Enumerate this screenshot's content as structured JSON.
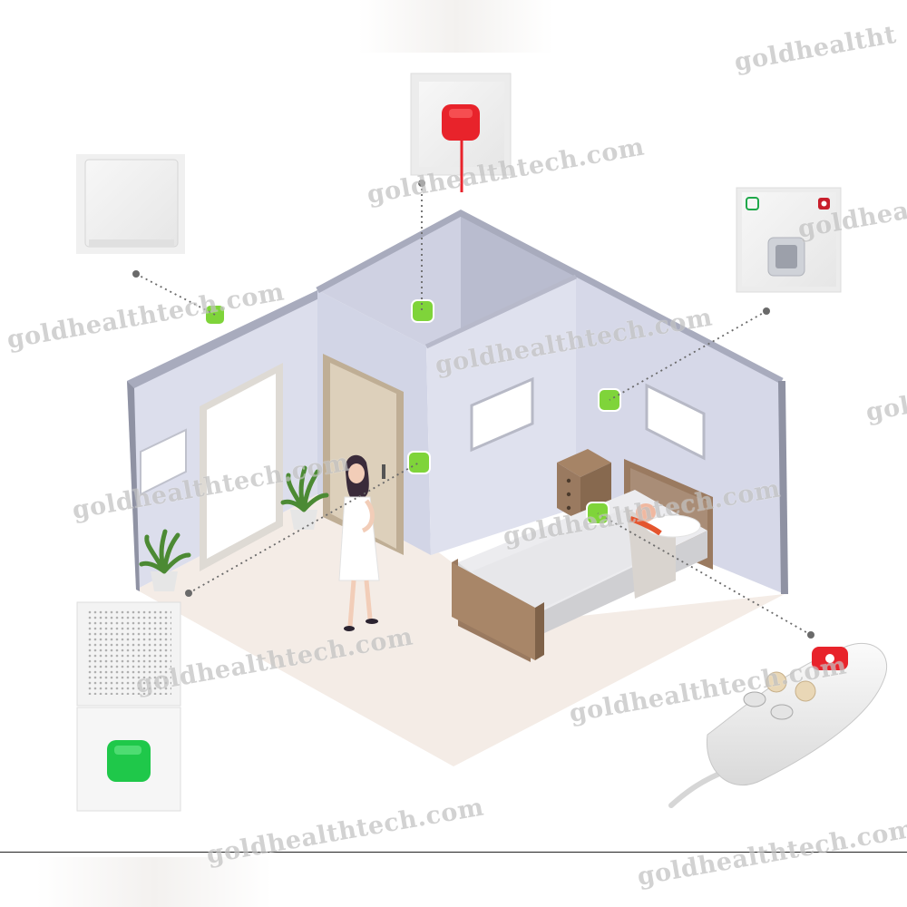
{
  "watermark": {
    "domain_text": "goldhealthtech.com",
    "partial_text_top_right": "goldhealtht",
    "partial_text_right_1": "goldhealt",
    "partial_text_right_2": "gol"
  },
  "devices": {
    "ceiling_pull_cord_color": "#e8232b",
    "door_light_status": "green",
    "corridor_panel_icons": [
      "cancel-square-icon",
      "call-bell-icon"
    ],
    "handset_buttons": [
      "call",
      "light-1",
      "light-2",
      "tv",
      "reading-light"
    ],
    "speaker_button_color": "#1fc84a"
  },
  "colors": {
    "indicator_green": "#7fd43a",
    "call_red": "#e8232b",
    "wall_lavender": "#dcdeec",
    "floor_beige": "#f4ece6",
    "bed_brown": "#9a7a60"
  }
}
